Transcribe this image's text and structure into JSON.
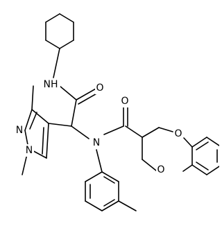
{
  "diagram": {
    "type": "chemical-structure",
    "colors": {
      "bond": "#000000",
      "text": "#000000",
      "background": "#ffffff"
    },
    "atoms": {
      "nh": "NH",
      "o_amide_top": "O",
      "n_central": "N",
      "o_carbonyl": "O",
      "o_ring_upper": "O",
      "o_ring_lower": "O",
      "n_pyrazole_upper": "N",
      "n_pyrazole_lower": "N"
    }
  }
}
